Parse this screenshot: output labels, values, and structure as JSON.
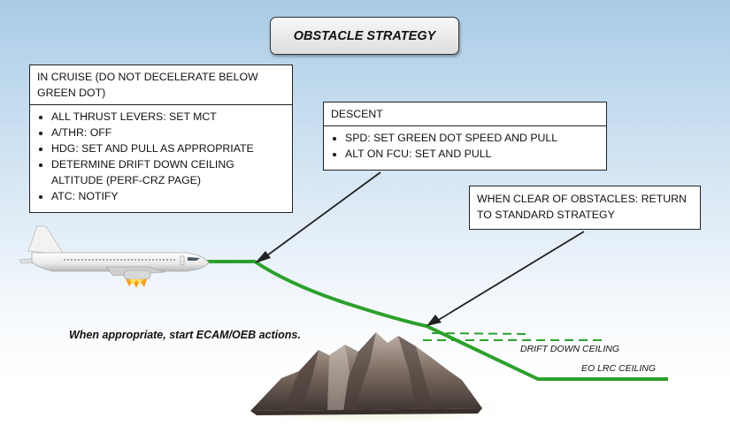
{
  "title": "OBSTACLE STRATEGY",
  "cruise": {
    "heading": "IN CRUISE (DO NOT DECELERATE BELOW GREEN DOT)",
    "items": [
      "ALL THRUST LEVERS: SET MCT",
      "A/THR: OFF",
      "HDG: SET AND PULL AS APPROPRIATE",
      "DETERMINE DRIFT DOWN CEILING ALTITUDE (PERF-CRZ PAGE)",
      "ATC: NOTIFY"
    ]
  },
  "descent": {
    "heading": "DESCENT",
    "items": [
      "SPD: SET GREEN DOT SPEED AND PULL",
      "ALT ON FCU: SET AND PULL"
    ]
  },
  "clear": {
    "text": "WHEN CLEAR OF OBSTACLES: RETURN TO STANDARD STRATEGY"
  },
  "note": "When appropriate, start ECAM/OEB actions.",
  "labels": {
    "drift_down": "DRIFT DOWN CEILING",
    "eo_lrc": "EO LRC CEILING"
  },
  "colors": {
    "flight_path": "#2ca02c",
    "box_border": "#222222",
    "mountain": "#7a6a60"
  }
}
